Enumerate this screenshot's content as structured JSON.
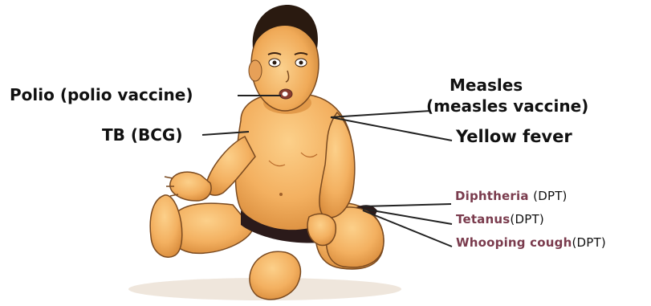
{
  "colors": {
    "label_text": "#111111",
    "lower_label_text": "#7a3b4d",
    "leader_line": "#222222",
    "skin": "#f3b060",
    "skin_shadow": "#d98c3c",
    "hair": "#2a1a10",
    "diaper": "#2b1a1a"
  },
  "labels": {
    "polio": "Polio (polio vaccine)",
    "tb": "TB (BCG)",
    "measles_line1": "Measles",
    "measles_line2": "(measles vaccine)",
    "yellow_fever": "Yellow fever",
    "diphtheria": "Diphtheria",
    "diphtheria_vaccine": "(DPT)",
    "tetanus": "Tetanus",
    "tetanus_vaccine": "(DPT)",
    "whooping_cough": "Whooping cough",
    "whooping_cough_vaccine": "(DPT)"
  }
}
